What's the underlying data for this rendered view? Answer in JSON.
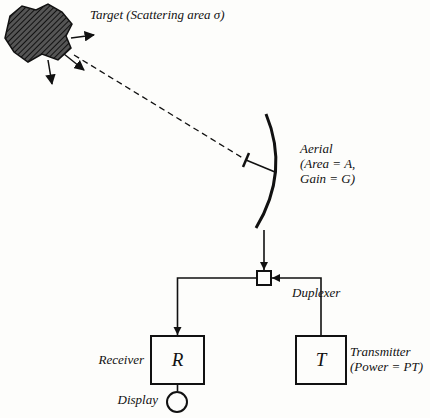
{
  "diagram": {
    "nodes": [
      {
        "text": [
          "Target (Scattering area σ)"
        ]
      },
      {
        "text": [
          "Aerial (Area = A, Gain = G)"
        ]
      },
      {
        "text": [
          "Duplexer"
        ]
      },
      {
        "text": [
          "Receiver",
          "R"
        ]
      },
      {
        "text": [
          "Transmitter (Power = PT)",
          "T"
        ]
      },
      {
        "text": [
          "Display"
        ]
      }
    ],
    "edges": [
      {
        "from": 0,
        "to": 1,
        "arrow": "none"
      },
      {
        "from": 1,
        "to": 2,
        "arrow": "to"
      },
      {
        "from": 2,
        "to": 3,
        "arrow": "to"
      },
      {
        "from": 4,
        "to": 2,
        "arrow": "to"
      },
      {
        "from": 3,
        "to": 5,
        "arrow": "none"
      }
    ]
  }
}
